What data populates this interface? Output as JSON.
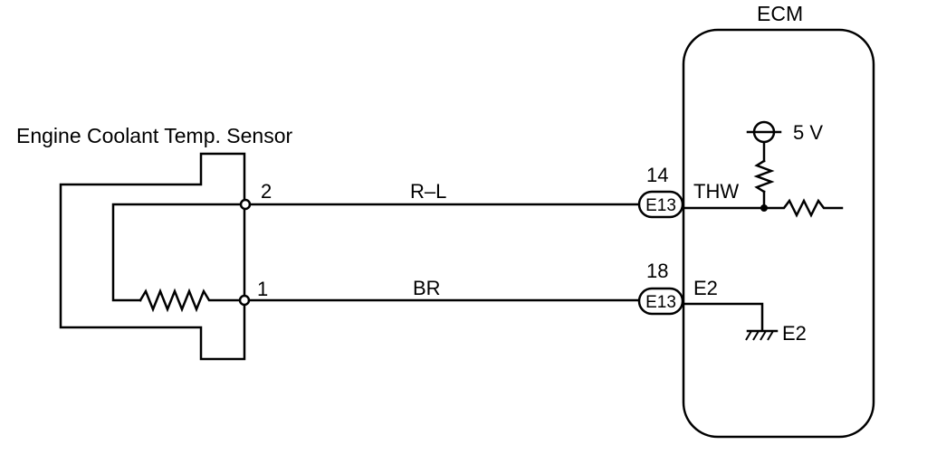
{
  "sensor": {
    "label": "Engine Coolant Temp. Sensor",
    "pin_top": "2",
    "pin_bottom": "1"
  },
  "wires": {
    "top_color": "R–L",
    "bottom_color": "BR"
  },
  "connectors": {
    "top": {
      "pin": "14",
      "code": "E13"
    },
    "bottom": {
      "pin": "18",
      "code": "E13"
    }
  },
  "ecm": {
    "label": "ECM",
    "thw_label": "THW",
    "e2_label": "E2",
    "supply_label": "5 V",
    "ground_label": "E2"
  }
}
